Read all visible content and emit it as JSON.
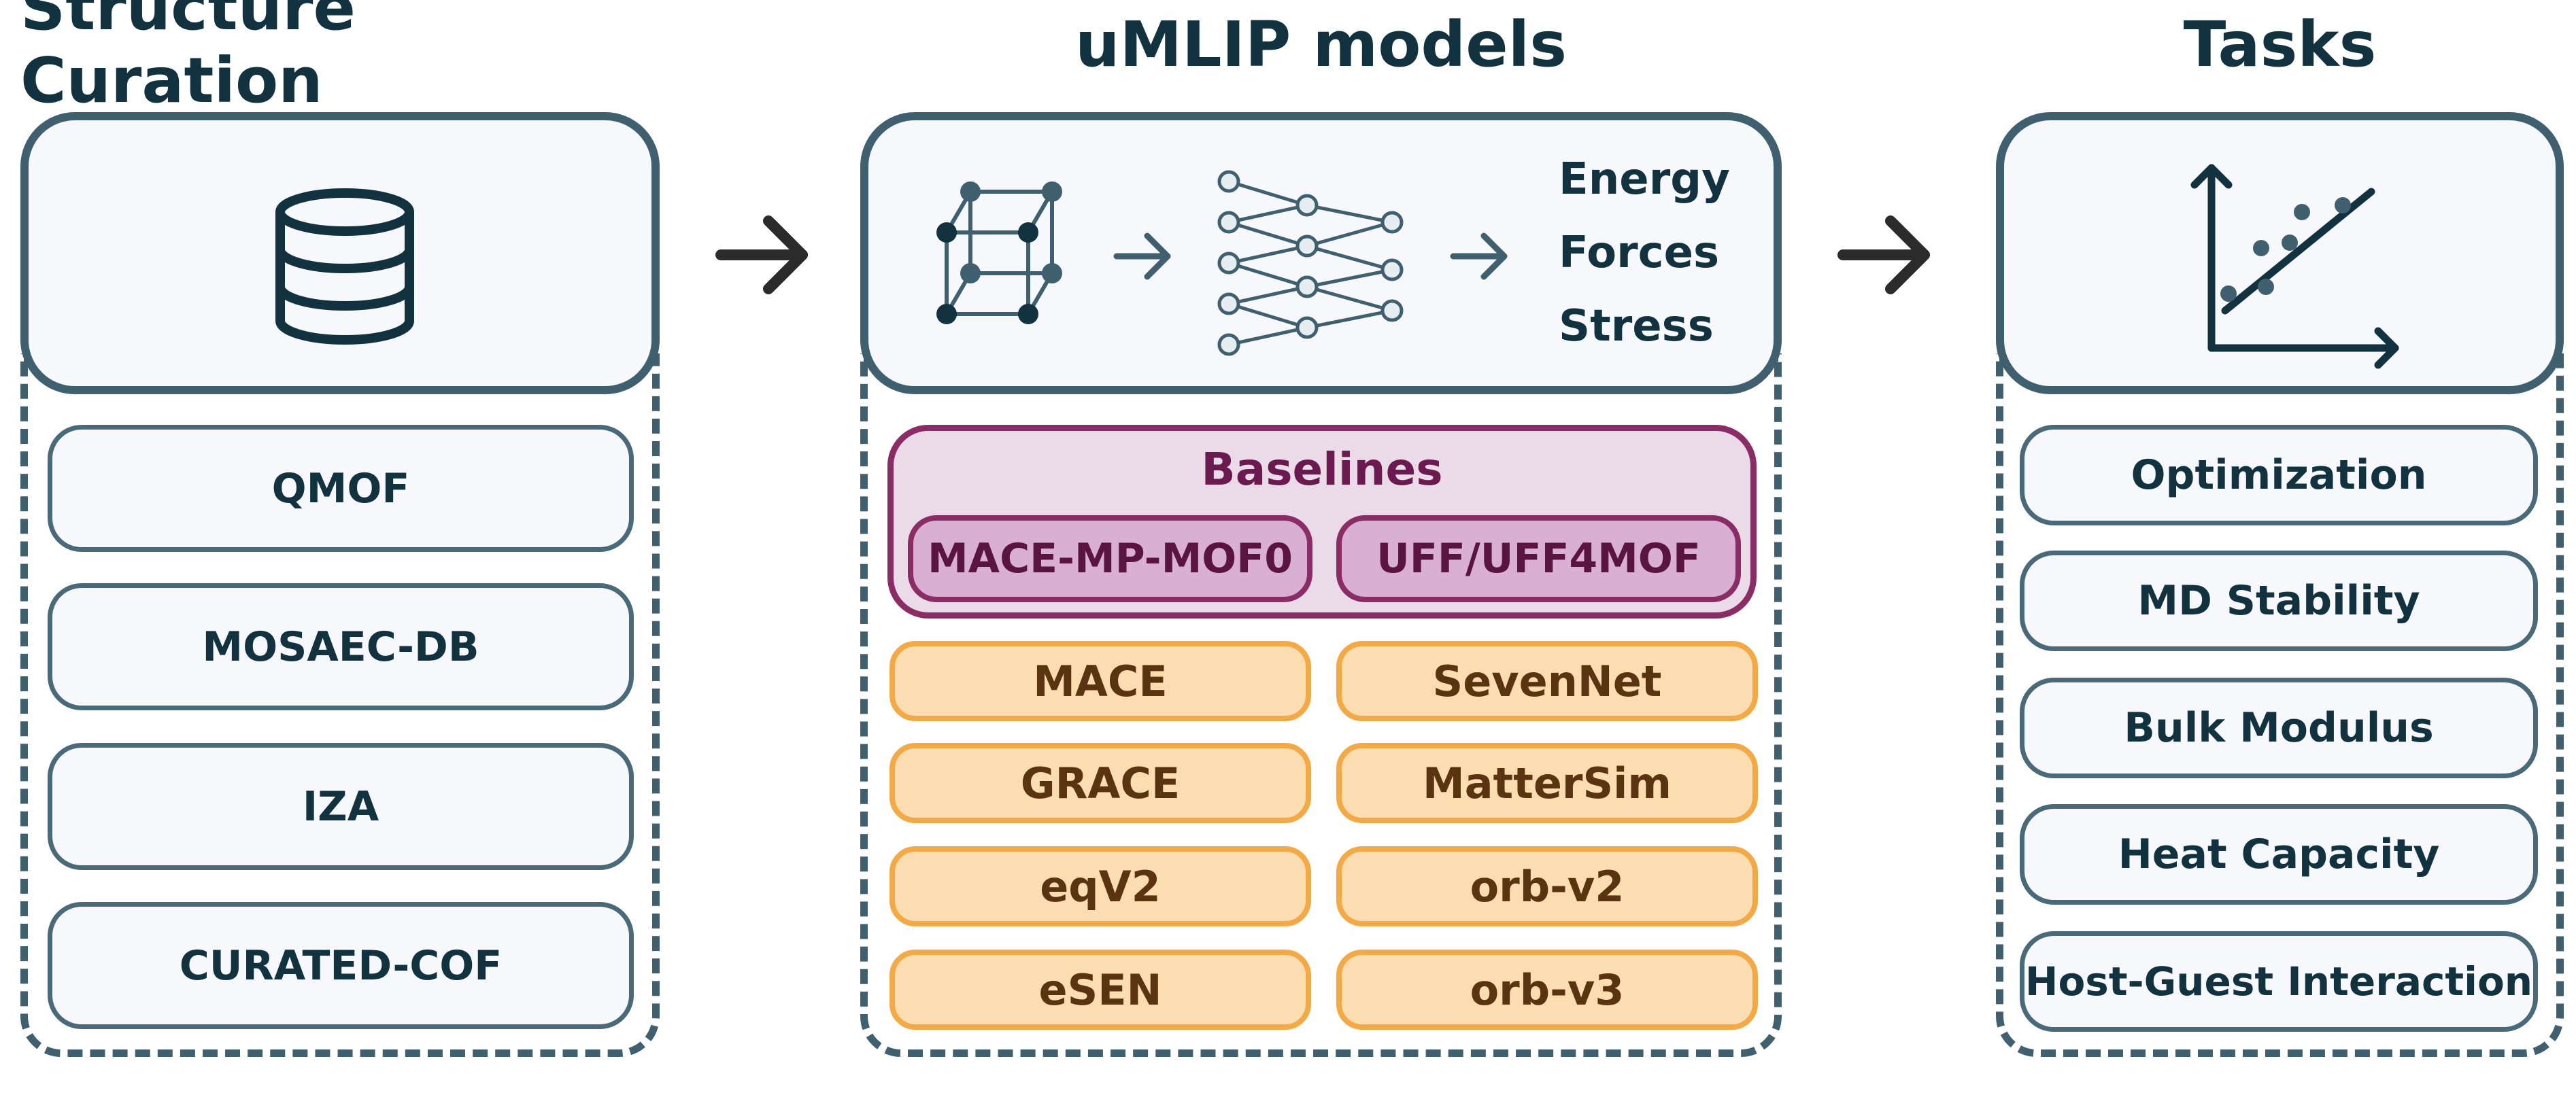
{
  "columns": {
    "curation": {
      "title": "Structure Curation",
      "icon": "database-icon",
      "items": [
        "QMOF",
        "MOSAEC-DB",
        "IZA",
        "CURATED-COF"
      ]
    },
    "models": {
      "title": "uMLIP models",
      "icons": [
        "crystal-structure-icon",
        "neural-network-icon"
      ],
      "outputs": [
        "Energy",
        "Forces",
        "Stress"
      ],
      "baselines": {
        "title": "Baselines",
        "items": [
          "MACE-MP-MOF0",
          "UFF/UFF4MOF"
        ]
      },
      "model_items": [
        "MACE",
        "SevenNet",
        "GRACE",
        "MatterSim",
        "eqV2",
        "orb-v2",
        "eSEN",
        "orb-v3"
      ]
    },
    "tasks": {
      "title": "Tasks",
      "icon": "scatter-plot-icon",
      "items": [
        "Optimization",
        "MD Stability",
        "Bulk Modulus",
        "Heat Capacity",
        "Host-Guest Interaction"
      ]
    }
  },
  "colors": {
    "frame": "#40606f",
    "text": "#13323f",
    "baseline_fill": "#ebdbe9",
    "baseline_border": "#8a2c66",
    "model_fill": "#fcdcb1",
    "model_border": "#f3aa46"
  }
}
